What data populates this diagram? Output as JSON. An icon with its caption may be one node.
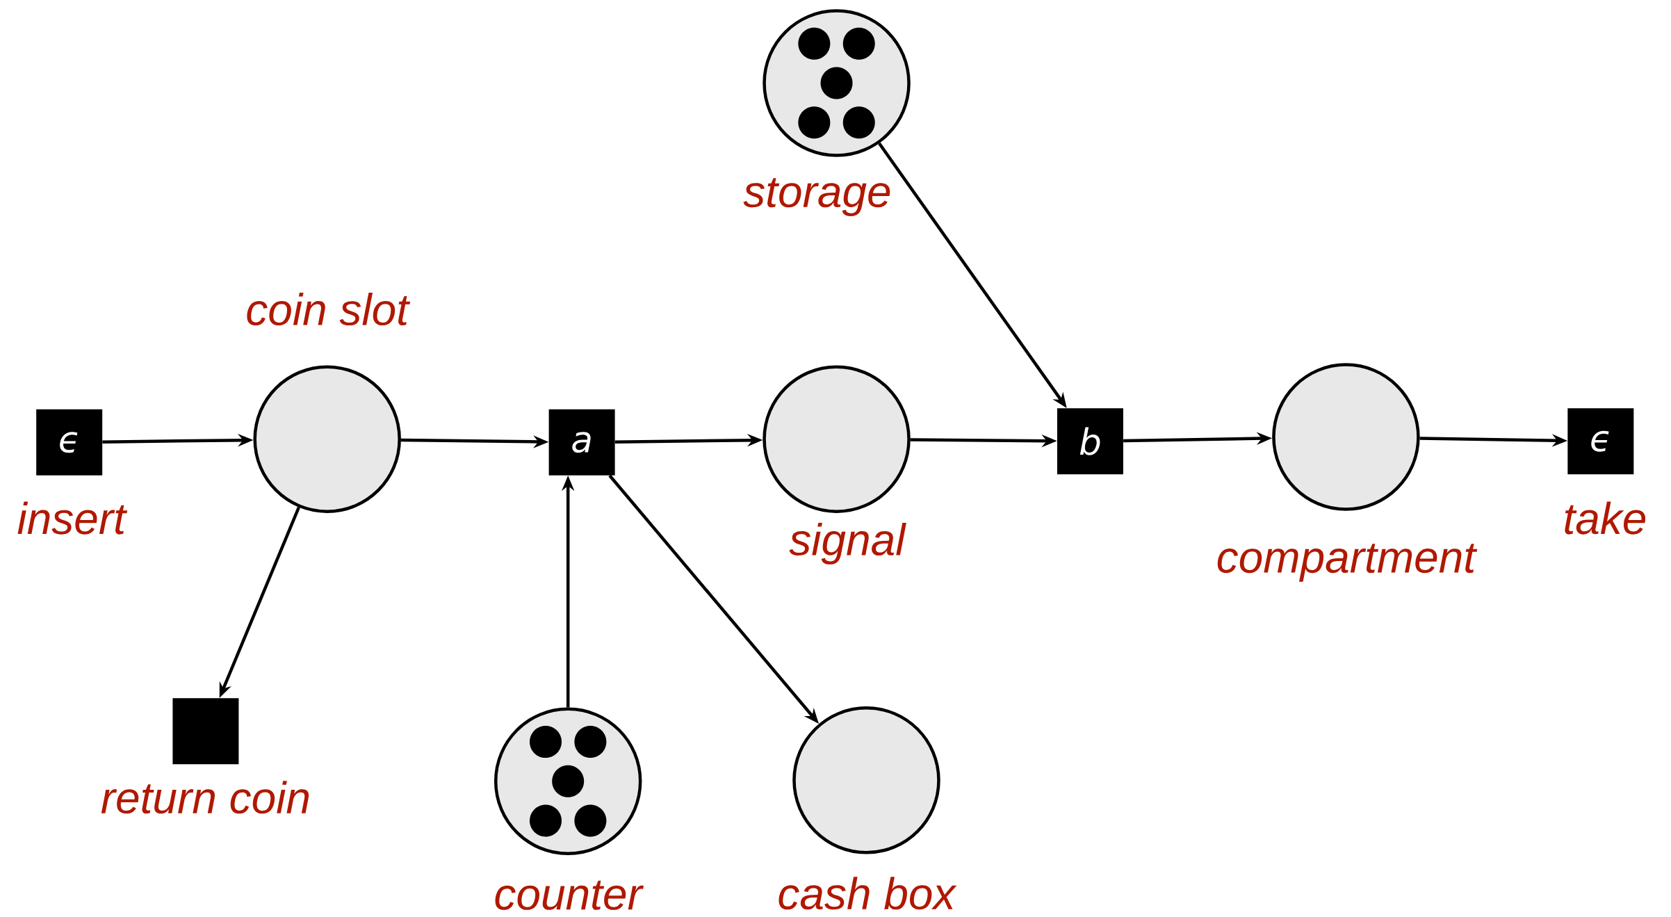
{
  "diagram": {
    "nodes": [
      {
        "text": [],
        "shape": "circle",
        "beside": [
          "storage"
        ]
      },
      {
        "text": [],
        "shape": "circle",
        "beside": [
          "coin slot"
        ]
      },
      {
        "text": [
          "ϵ"
        ],
        "beside": [
          "insert"
        ]
      },
      {
        "text": [
          "a"
        ]
      },
      {
        "text": [],
        "shape": "circle",
        "beside": [
          "signal"
        ]
      },
      {
        "text": [
          "b"
        ]
      },
      {
        "text": [],
        "shape": "circle",
        "beside": [
          "compartment"
        ]
      },
      {
        "text": [
          "ϵ"
        ],
        "beside": [
          "take"
        ]
      },
      {
        "text": [],
        "shape": "box",
        "beside": [
          "return coin"
        ]
      },
      {
        "text": [],
        "shape": "circle",
        "beside": [
          "counter"
        ]
      },
      {
        "text": [],
        "shape": "circle",
        "beside": [
          "cash box"
        ]
      }
    ],
    "edges": [
      {
        "from": 2,
        "to": 1,
        "arrow": "to"
      },
      {
        "from": 1,
        "to": 3,
        "arrow": "to"
      },
      {
        "from": 1,
        "to": 8,
        "arrow": "to"
      },
      {
        "from": 3,
        "to": 4,
        "arrow": "to"
      },
      {
        "from": 9,
        "to": 3,
        "arrow": "to"
      },
      {
        "from": 3,
        "to": 10,
        "arrow": "to"
      },
      {
        "from": 4,
        "to": 5,
        "arrow": "to"
      },
      {
        "from": 0,
        "to": 5,
        "arrow": "to"
      },
      {
        "from": 5,
        "to": 6,
        "arrow": "to"
      },
      {
        "from": 6,
        "to": 7,
        "arrow": "to"
      }
    ]
  }
}
